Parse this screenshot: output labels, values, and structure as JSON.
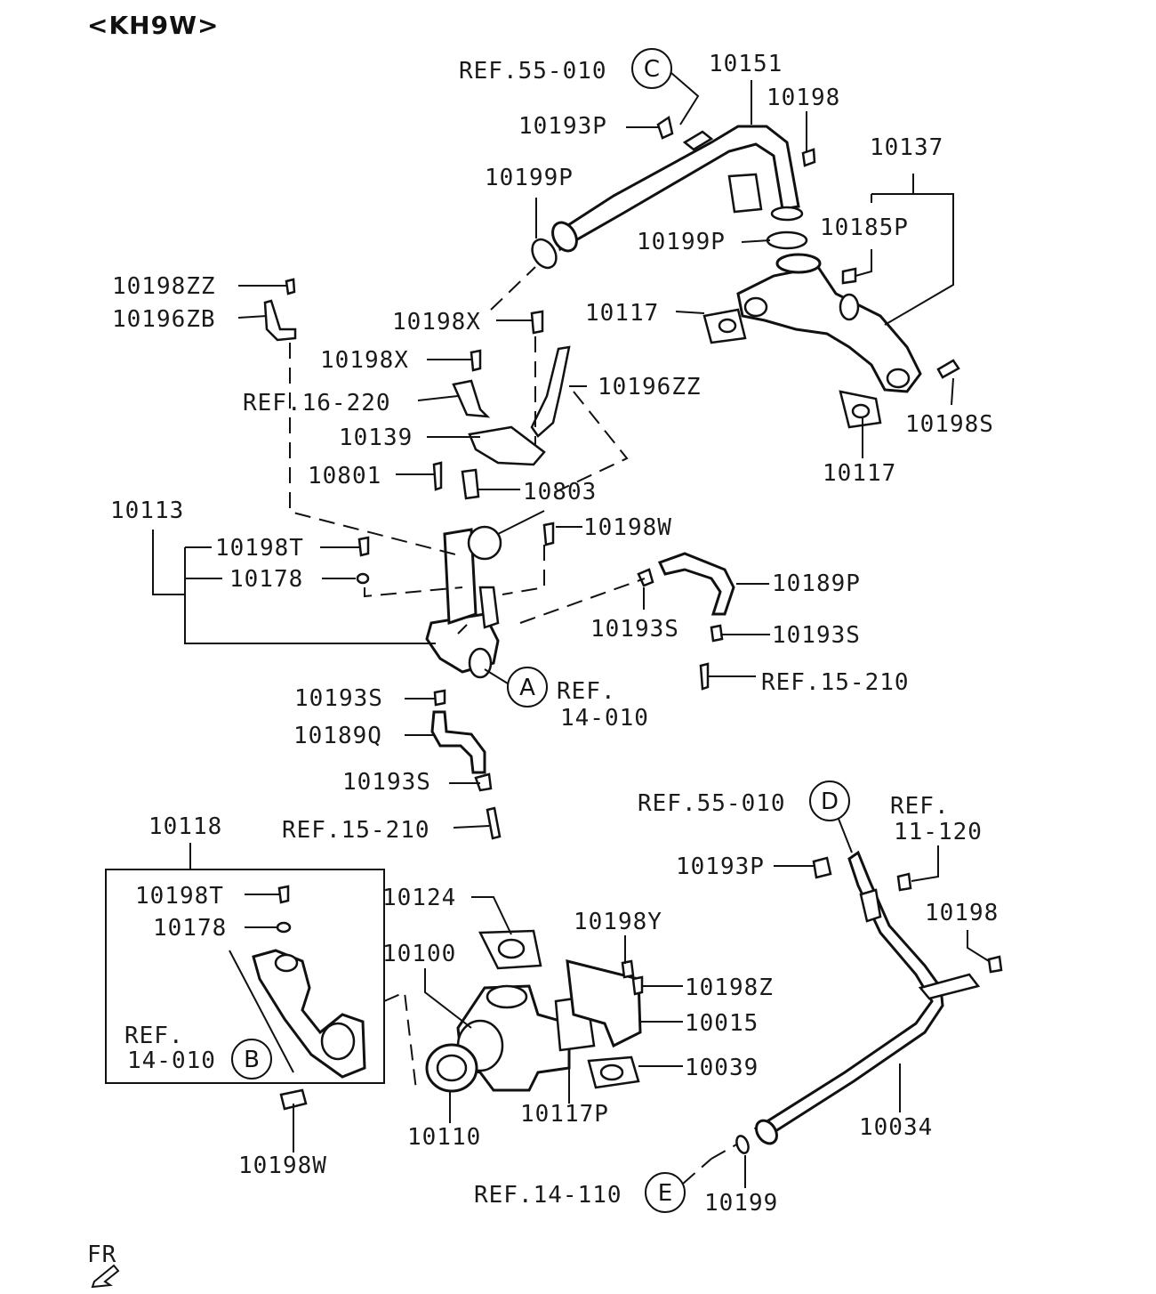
{
  "header": {
    "model": "<KH9W>"
  },
  "labels": {
    "l10151": "10151",
    "l10198a": "10198",
    "l10137": "10137",
    "lref55010c": "REF.55-010",
    "l10193p_top": "10193P",
    "l10199p_a": "10199P",
    "l10199p_b": "10199P",
    "l10185p": "10185P",
    "l10198zz": "10198ZZ",
    "l10196zb": "10196ZB",
    "l10198x_a": "10198X",
    "l10198x_b": "10198X",
    "l10117_a": "10117",
    "l10196zz": "10196ZZ",
    "lref16220": "REF.16-220",
    "l10139": "10139",
    "l10198s_a": "10198S",
    "l10117_b": "10117",
    "l10801": "10801",
    "l10803": "10803",
    "l10113": "10113",
    "l10198w_a": "10198W",
    "l10198t_a": "10198T",
    "l10178_a": "10178",
    "l10189p": "10189P",
    "l10193s_a": "10193S",
    "l10193s_b": "10193S",
    "lref15210_a": "REF.15-210",
    "l10193s_c": "10193S",
    "lref_a1": "REF.",
    "lref_a2": "14-010",
    "l10189q": "10189Q",
    "l10193s_d": "10193S",
    "lref15210_b": "REF.15-210",
    "l10118": "10118",
    "lref55010d": "REF.55-010",
    "lref11120_1": "REF.",
    "lref11120_2": "11-120",
    "l10193p_b": "10193P",
    "l10198b": "10198",
    "l10198t_b": "10198T",
    "l10178_b": "10178",
    "l10124": "10124",
    "l10198y": "10198Y",
    "l10100": "10100",
    "l10198z": "10198Z",
    "l10015": "10015",
    "lref_b1": "REF.",
    "lref_b2": "14-010",
    "l10039": "10039",
    "l10117p": "10117P",
    "l10034": "10034",
    "l10110": "10110",
    "l10198w_b": "10198W",
    "lref14110": "REF.14-110",
    "l10199": "10199",
    "fr": "FR"
  },
  "callouts": {
    "a": "A",
    "b": "B",
    "c": "C",
    "d": "D",
    "e": "E"
  }
}
